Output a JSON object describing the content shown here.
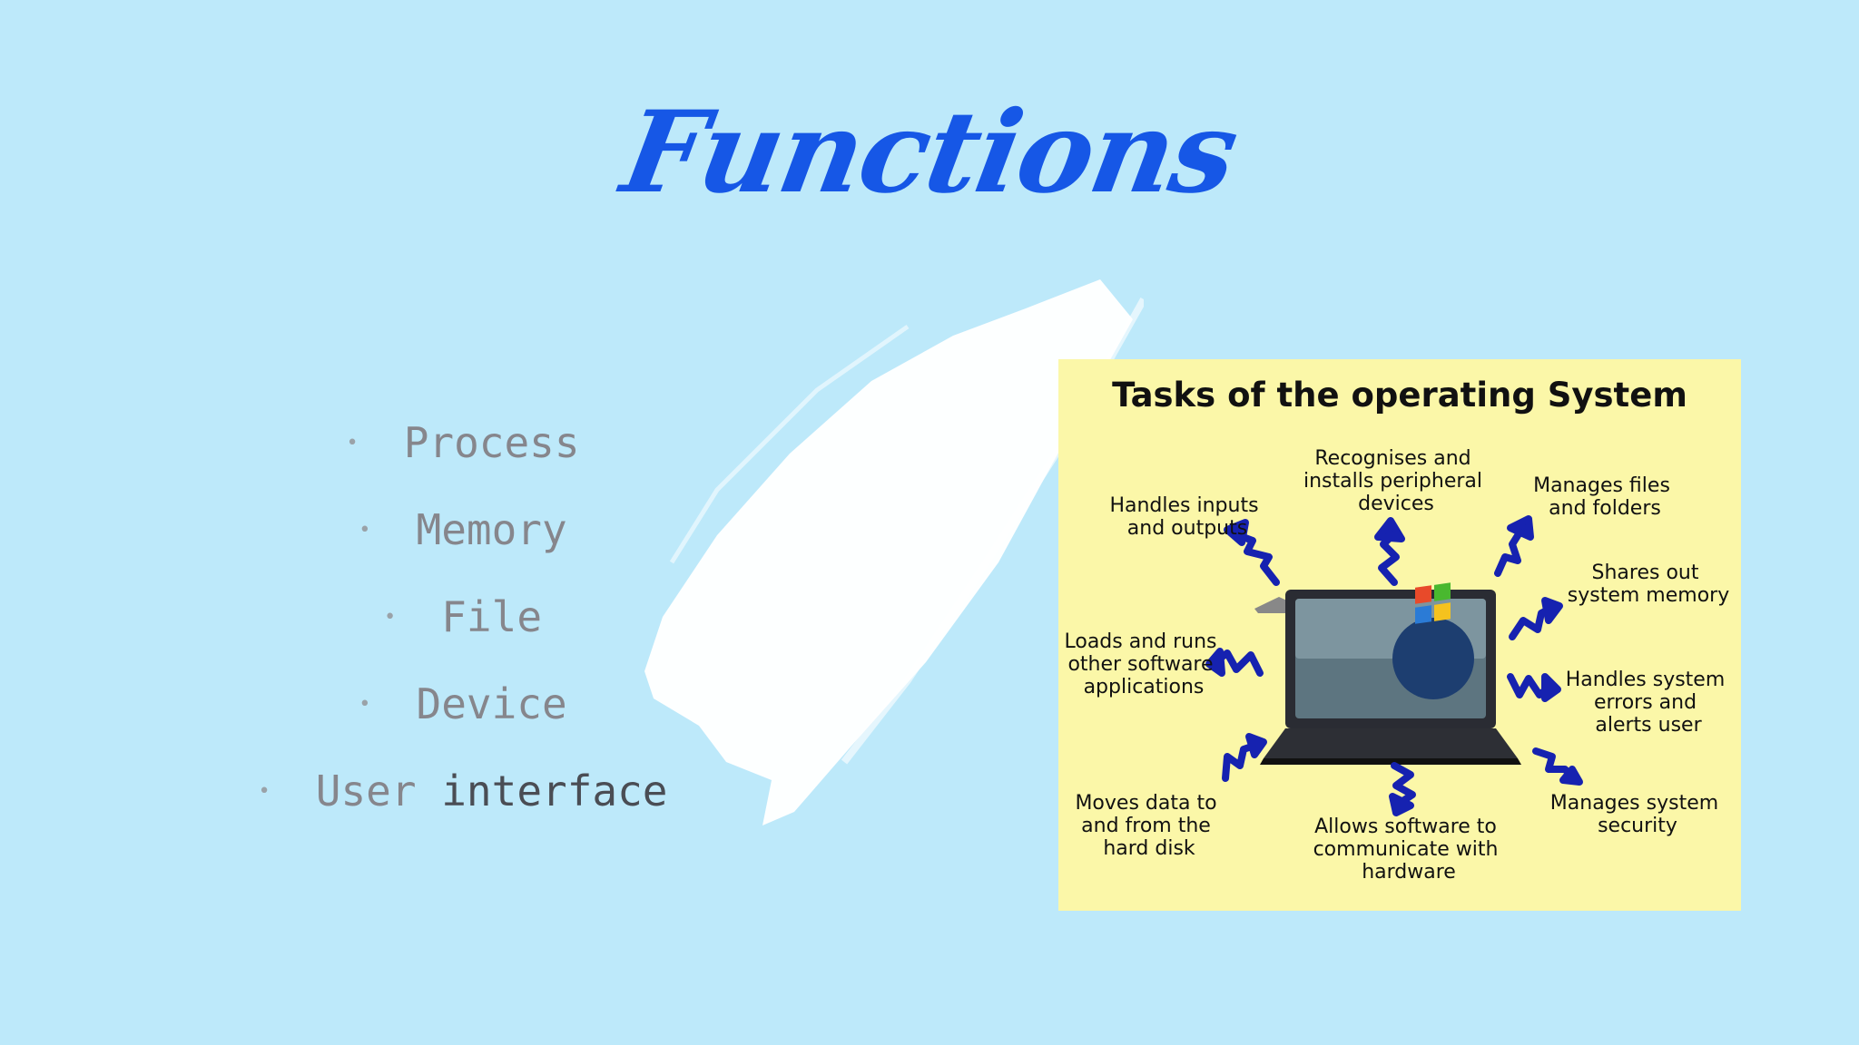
{
  "slide": {
    "title": "Functions",
    "bullets": [
      "Process",
      "Memory",
      "File",
      "Device"
    ],
    "last_bullet": {
      "part1": "User",
      "part2": "interface"
    }
  },
  "card": {
    "title": "Tasks of the operating System",
    "labels": {
      "recognises": [
        "Recognises and",
        "installs peripheral",
        "devices"
      ],
      "handles_io": [
        "Handles inputs",
        "and outputs"
      ],
      "manages_files": [
        "Manages files",
        "and folders"
      ],
      "shares_memory": [
        "Shares out",
        "system memory"
      ],
      "loads_runs": [
        "Loads and runs",
        "other software",
        "applications"
      ],
      "handles_errors": [
        "Handles system",
        "errors and",
        "alerts user"
      ],
      "moves_data": [
        "Moves data to",
        "and from the",
        "hard disk"
      ],
      "allows_software": [
        "Allows software to",
        "communicate with",
        "hardware"
      ],
      "manages_security": [
        "Manages system",
        "security"
      ]
    }
  },
  "colors": {
    "background": "#bde9fa",
    "title": "#1657e6",
    "card": "#fbf7a8",
    "arrow": "#1622b0"
  }
}
